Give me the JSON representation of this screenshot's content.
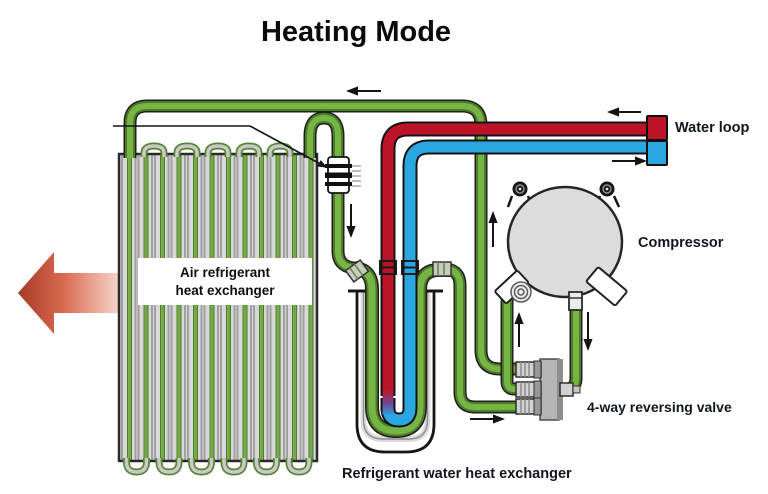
{
  "title": "Heating Mode",
  "labels": {
    "water_loop": "Water loop",
    "compressor": "Compressor",
    "reversing_valve": "4-way reversing valve",
    "refrigerant_water_hx": "Refrigerant water heat exchanger",
    "air_hx_line1": "Air refrigerant",
    "air_hx_line2": "heat exchanger"
  },
  "colors": {
    "pipe_green": "#77b446",
    "pipe_green_edge": "#4d7c29",
    "pipe_red": "#bd1329",
    "pipe_blue": "#2aa7e0",
    "coil_gray": "#d8d8d8",
    "metal_gray": "#d2d2d2",
    "arrow_black": "#141414",
    "air_arrow_start": "#a93a26",
    "air_arrow_end": "#f7d9cf"
  },
  "components": [
    "air-refrigerant-heat-exchanger-coil",
    "expansion-valve",
    "refrigerant-water-heat-exchanger",
    "compressor",
    "four-way-reversing-valve",
    "water-loop-pipes",
    "air-flow-arrow"
  ],
  "flow_arrows": [
    {
      "id": "main-loop-top",
      "direction": "left"
    },
    {
      "id": "water-loop-supply",
      "direction": "left"
    },
    {
      "id": "water-loop-return",
      "direction": "right"
    },
    {
      "id": "after-expansion-valve",
      "direction": "down"
    },
    {
      "id": "riser-to-coil",
      "direction": "up"
    },
    {
      "id": "suction-to-compressor",
      "direction": "up"
    },
    {
      "id": "compressor-discharge",
      "direction": "down"
    },
    {
      "id": "hx-to-valve",
      "direction": "right"
    }
  ]
}
